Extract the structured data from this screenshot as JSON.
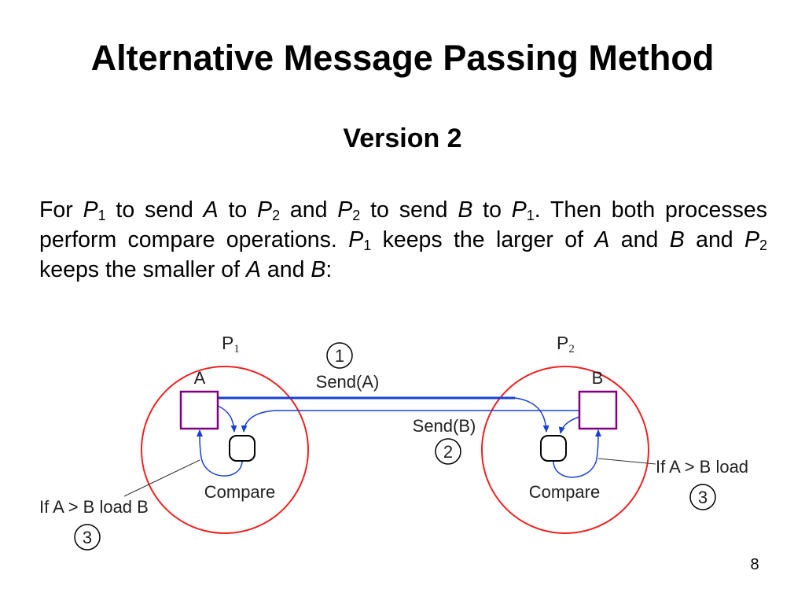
{
  "slide": {
    "title": "Alternative Message Passing Method",
    "subtitle": "Version 2",
    "page_number": "8"
  },
  "body": {
    "w_for": "For",
    "p": "P",
    "sub1": "1",
    "sub2": "2",
    "w_to": "to",
    "w_send": "send",
    "var_a": "A",
    "var_b": "B",
    "w_and": "and",
    "s1_end": ".",
    "s2_start": "Then both processes perform compare operations.",
    "s3_mid": "keeps the larger of",
    "s3_mid2": "keeps the smaller of",
    "s3_end": ":"
  },
  "diagram": {
    "p1_label": "P",
    "p1_sub": "1",
    "p2_label": "P",
    "p2_sub": "2",
    "reg_a": "A",
    "reg_b": "B",
    "step1_num": "1",
    "step1_label": "Send(A)",
    "step2_num": "2",
    "step2_label": "Send(B)",
    "compare_left": "Compare",
    "compare_right": "Compare",
    "left_condition": "If A > B load B",
    "right_condition": "If A > B load",
    "step3_left_num": "3",
    "step3_right_num": "3",
    "colors": {
      "process_circle": "#ee2222",
      "register": "#800080",
      "message_line": "#1a3fd6"
    }
  }
}
